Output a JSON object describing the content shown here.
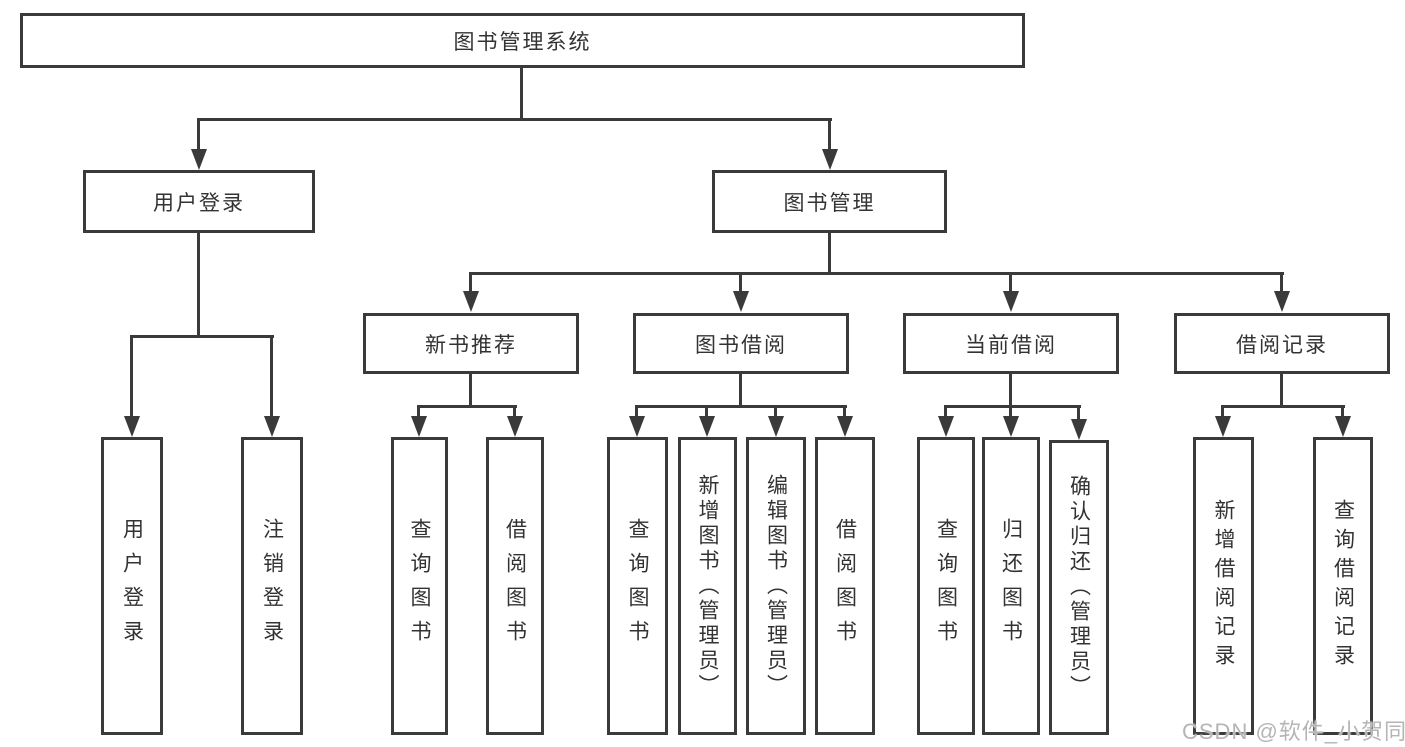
{
  "tree": {
    "root": {
      "label": "图书管理系统",
      "children": [
        {
          "label": "用户登录",
          "children": [
            {
              "label": "用户登录"
            },
            {
              "label": "注销登录"
            }
          ]
        },
        {
          "label": "图书管理",
          "children": [
            {
              "label": "新书推荐",
              "children": [
                {
                  "label": "查询图书"
                },
                {
                  "label": "借阅图书"
                }
              ]
            },
            {
              "label": "图书借阅",
              "children": [
                {
                  "label": "查询图书"
                },
                {
                  "label": "新增图书（管理员）"
                },
                {
                  "label": "编辑图书（管理员）"
                },
                {
                  "label": "借阅图书"
                }
              ]
            },
            {
              "label": "当前借阅",
              "children": [
                {
                  "label": "查询图书"
                },
                {
                  "label": "归还图书"
                },
                {
                  "label": "确认归还（管理员）"
                }
              ]
            },
            {
              "label": "借阅记录",
              "children": [
                {
                  "label": "新增借阅记录"
                },
                {
                  "label": "查询借阅记录"
                }
              ]
            }
          ]
        }
      ]
    }
  },
  "watermark": "CSDN @软件_小贺同学",
  "colors": {
    "line": "#3a3a3a",
    "text": "#333333",
    "watermark": "#b5b5b5",
    "background": "#ffffff"
  }
}
